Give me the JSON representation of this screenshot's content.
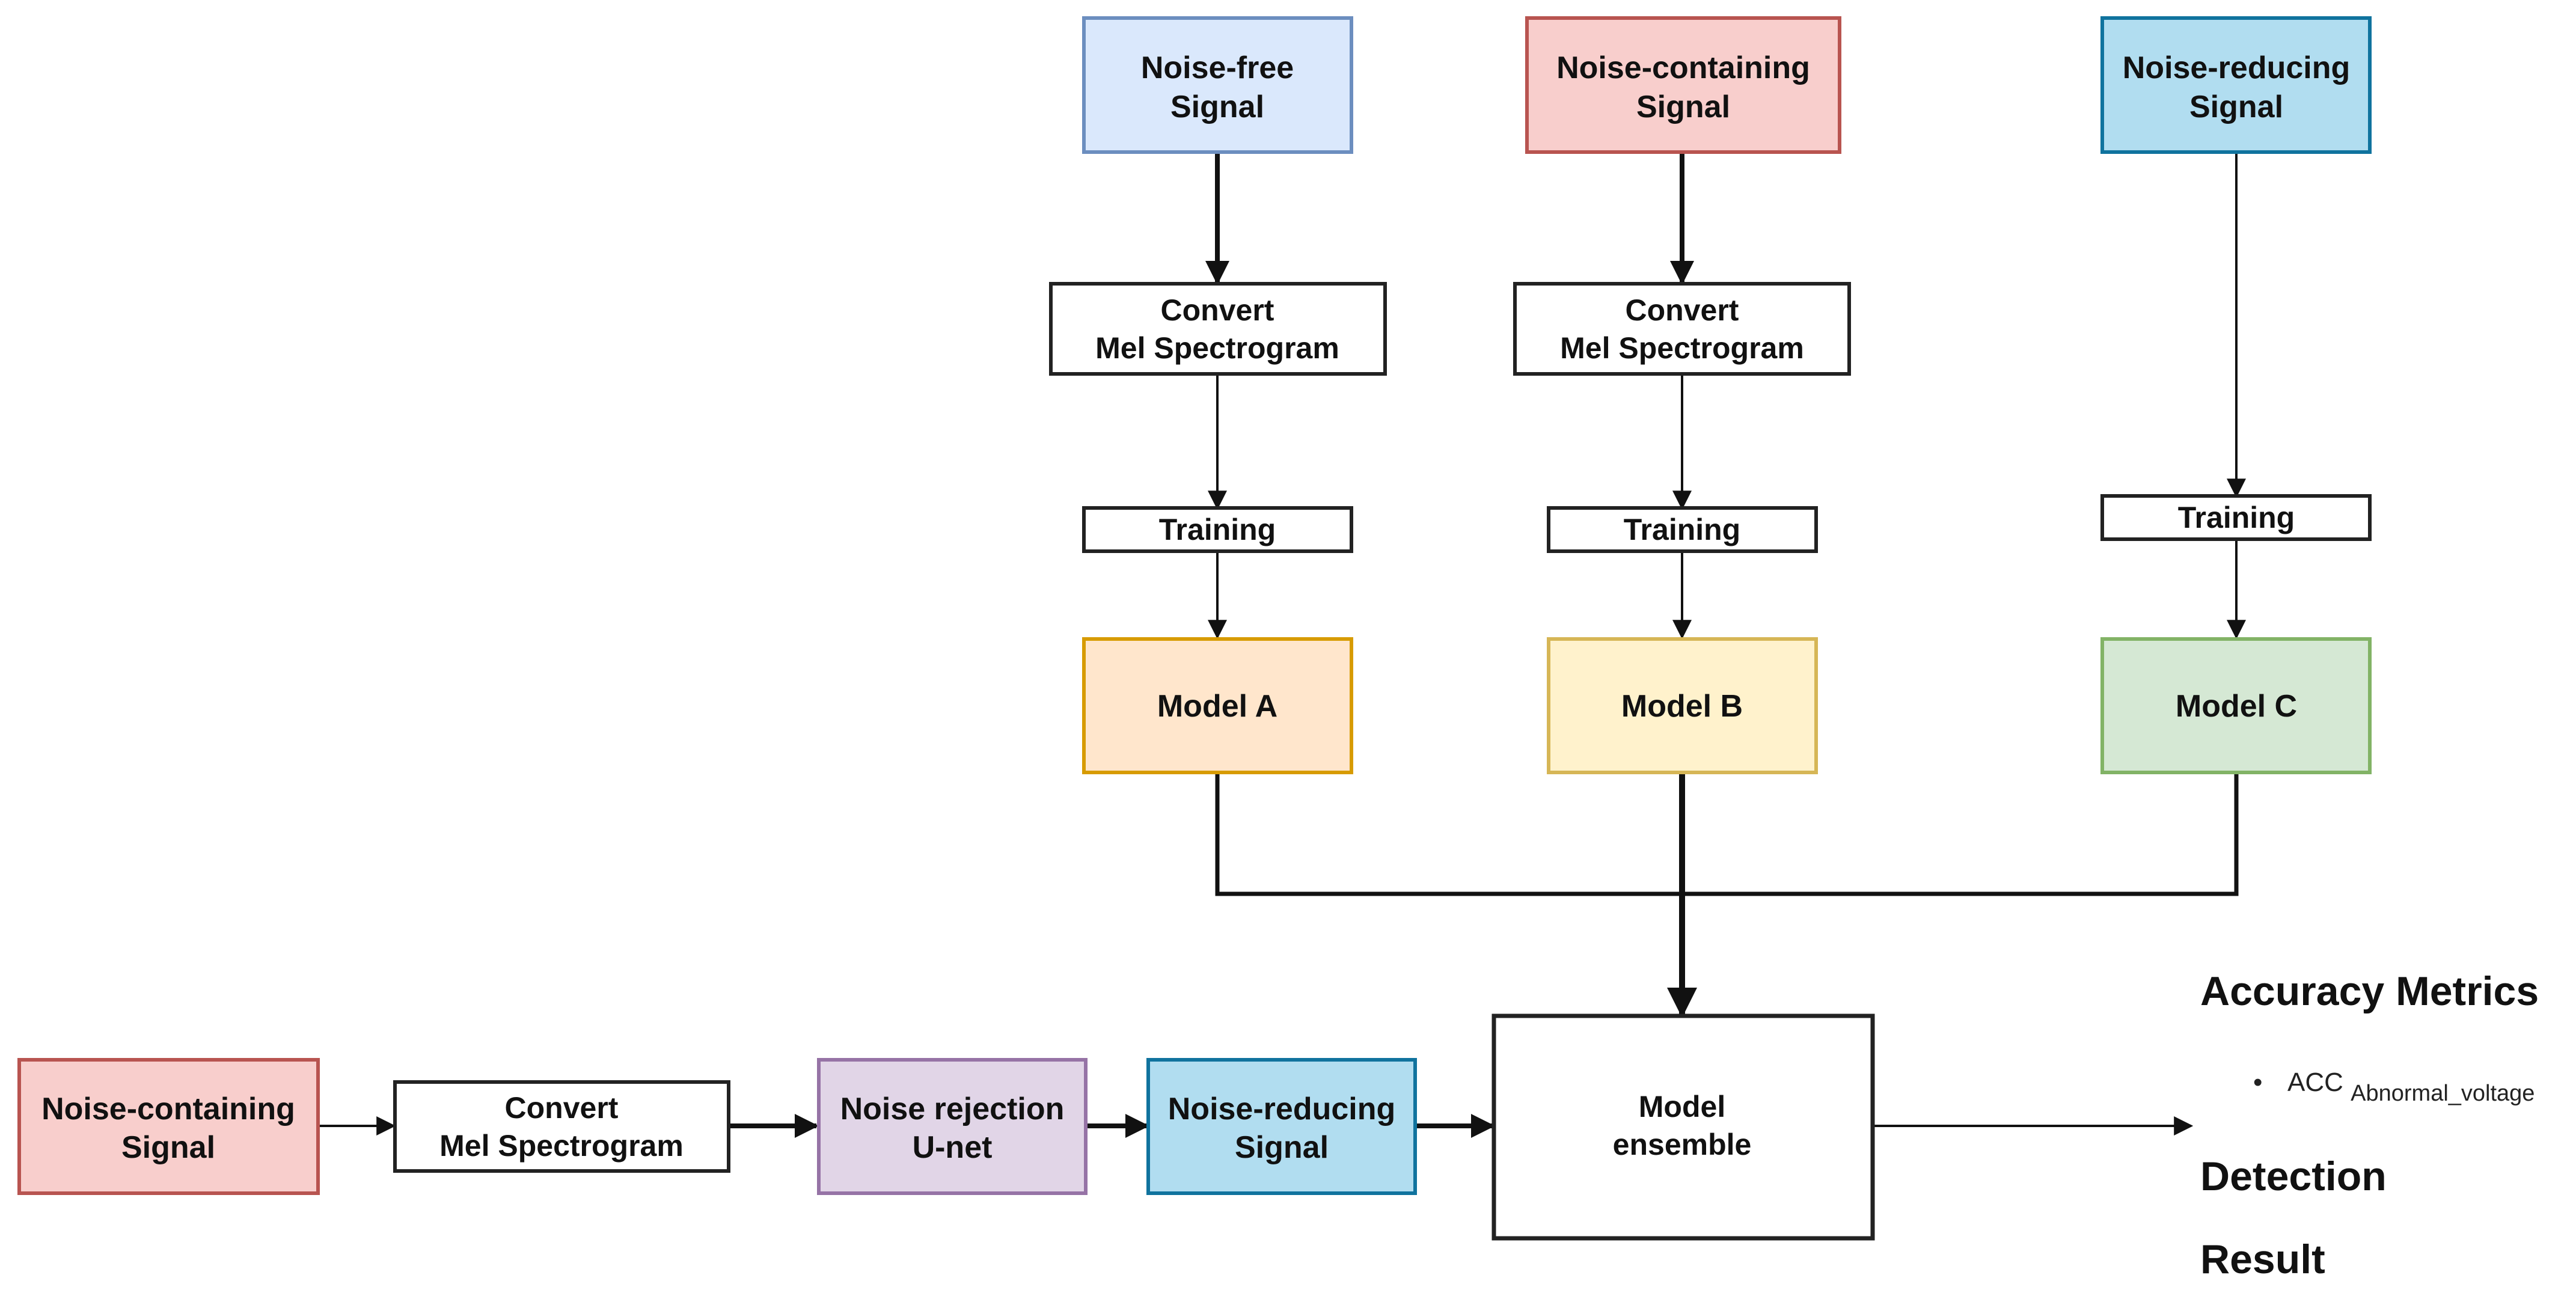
{
  "colors": {
    "noise_free_fill": "#dae8fc",
    "noise_free_stroke": "#6c8ebf",
    "noise_containing_fill": "#f8cecc",
    "noise_containing_stroke": "#b85450",
    "noise_reducing_fill": "#b1ddf0",
    "noise_reducing_stroke": "#10739e",
    "model_a_fill": "#ffe6cc",
    "model_a_stroke": "#d79b00",
    "model_b_fill": "#fff2cc",
    "model_b_stroke": "#d6b656",
    "model_c_fill": "#d5e8d4",
    "model_c_stroke": "#82b366",
    "unet_fill": "#e1d5e7",
    "unet_stroke": "#9673a6",
    "plain_fill": "#ffffff",
    "plain_stroke": "#222222",
    "line": "#111111"
  },
  "top_branches": {
    "a": {
      "signal": [
        "Noise-free",
        "Signal"
      ],
      "convert": [
        "Convert",
        "Mel Spectrogram"
      ],
      "training": "Training",
      "model": "Model A"
    },
    "b": {
      "signal": [
        "Noise-containing",
        "Signal"
      ],
      "convert": [
        "Convert",
        "Mel Spectrogram"
      ],
      "training": "Training",
      "model": "Model B"
    },
    "c": {
      "signal": [
        "Noise-reducing",
        "Signal"
      ],
      "training": "Training",
      "model": "Model C"
    }
  },
  "bottom_pipeline": {
    "input_signal": [
      "Noise-containing",
      "Signal"
    ],
    "convert": [
      "Convert",
      "Mel Spectrogram"
    ],
    "unet": [
      "Noise rejection",
      "U-net"
    ],
    "reduced_signal": [
      "Noise-reducing",
      "Signal"
    ],
    "ensemble": [
      "Model",
      "ensemble"
    ]
  },
  "results": {
    "metrics_title": "Accuracy Metrics",
    "metric_bullet": "•",
    "metric_base": "ACC",
    "metric_subscript": "Abnormal_voltage",
    "detection_line1": "Detection",
    "detection_line2": "Result"
  }
}
